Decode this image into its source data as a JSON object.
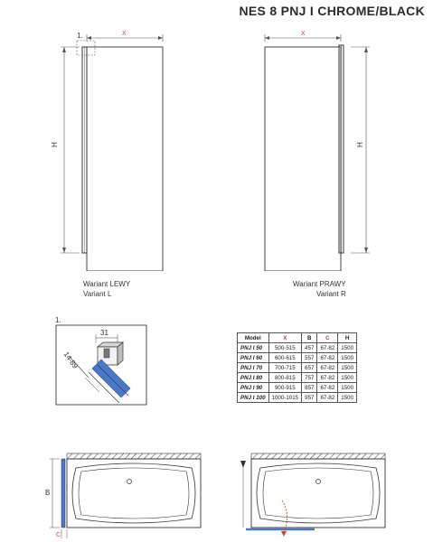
{
  "title": "NES 8 PNJ I CHROME/BLACK",
  "views": {
    "left": {
      "label_pl": "Wariant LEWY",
      "label_en": "Variant L",
      "dim_x": "X",
      "dim_h": "H",
      "detail_ref": "1."
    },
    "right": {
      "label_pl": "Wariant PRAWY",
      "label_en": "Variant R",
      "dim_x": "X",
      "dim_h": "H"
    }
  },
  "detail": {
    "ref": "1.",
    "dim_top": "31",
    "dim_side": "14-89"
  },
  "spec_table": {
    "headers": [
      "Model",
      "X",
      "B",
      "C",
      "H"
    ],
    "rows": [
      [
        "PNJ I 50",
        "500-515",
        "457",
        "67-82",
        "1500"
      ],
      [
        "PNJ I 60",
        "600-615",
        "557",
        "67-82",
        "1500"
      ],
      [
        "PNJ I 70",
        "700-715",
        "657",
        "67-82",
        "1500"
      ],
      [
        "PNJ I 80",
        "800-815",
        "757",
        "67-82",
        "1500"
      ],
      [
        "PNJ I 90",
        "900-915",
        "857",
        "67-82",
        "1500"
      ],
      [
        "PNJ I 100",
        "1000-1015",
        "957",
        "67-82",
        "1500"
      ]
    ]
  },
  "plan": {
    "dim_b": "B",
    "dim_c": "C"
  },
  "colors": {
    "accent": "#d0442a",
    "glass": "#4a78c8",
    "line": "#333333"
  }
}
